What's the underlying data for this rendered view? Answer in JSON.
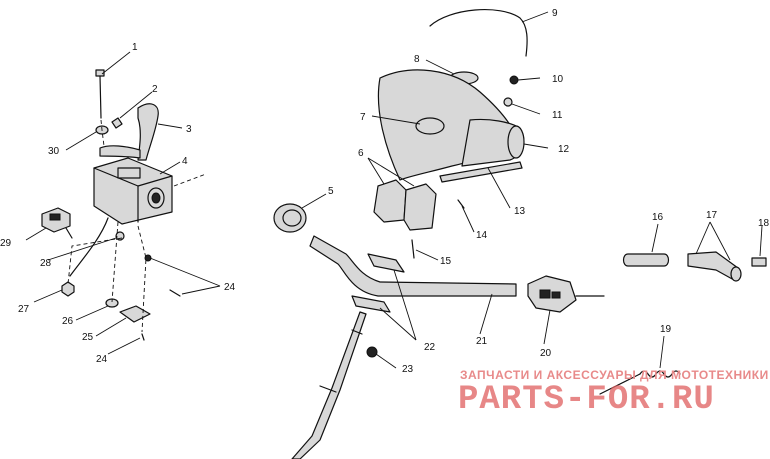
{
  "callouts": [
    "1",
    "2",
    "3",
    "4",
    "5",
    "6",
    "7",
    "8",
    "9",
    "10",
    "11",
    "12",
    "13",
    "14",
    "15",
    "16",
    "17",
    "18",
    "19",
    "20",
    "21",
    "22",
    "23",
    "24",
    "24",
    "25",
    "26",
    "27",
    "28",
    "29",
    "30"
  ],
  "watermark": {
    "top_line": "ЗАПЧАСТИ И АКСЕССУАРЫ ДЛЯ МОТОТЕХНИКИ",
    "brand": "PARTS-FOR.RU"
  },
  "colors": {
    "line": "#111111",
    "watermark": "#e06060"
  }
}
